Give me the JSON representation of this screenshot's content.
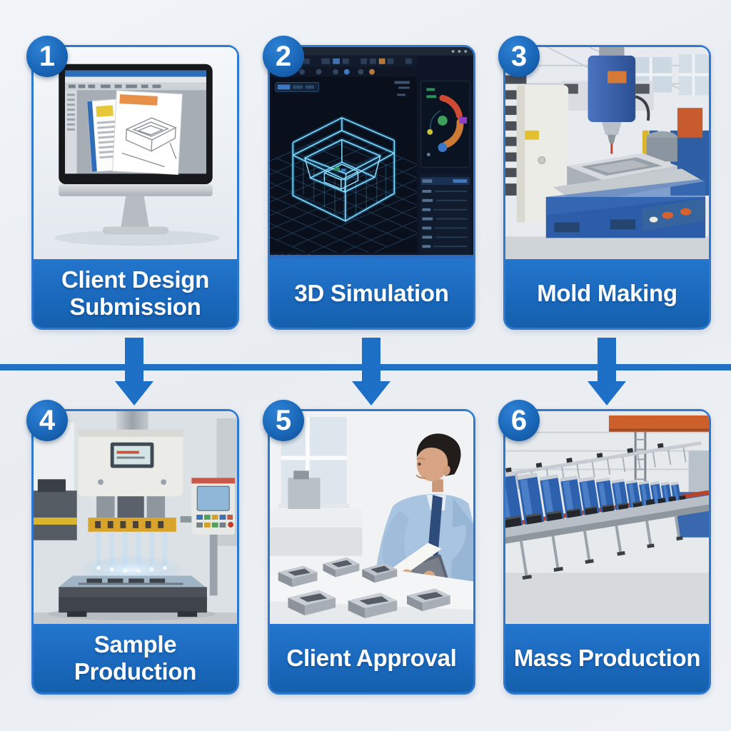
{
  "process": {
    "steps": [
      {
        "number": "1",
        "label": "Client Design Submission",
        "image_alt": "Desktop monitor showing CAD design documents and a pencil sketch of a mold"
      },
      {
        "number": "2",
        "label": "3D Simulation",
        "image_alt": "Dark 3D CAD software with cyan wireframe mold model on a perspective grid"
      },
      {
        "number": "3",
        "label": "Mold Making",
        "image_alt": "CNC milling machine cutting a metal mold block in a workshop"
      },
      {
        "number": "4",
        "label": "Sample Production",
        "image_alt": "Press machine with glowing pins forming sample parts on a mold plate"
      },
      {
        "number": "5",
        "label": "Client Approval",
        "image_alt": "Engineer in shirt and tie inspecting gray sample mold parts at a white table"
      },
      {
        "number": "6",
        "label": "Mass Production",
        "image_alt": "Long factory conveyor line with rows of blue machines under an orange crane"
      }
    ]
  },
  "connectors": {
    "arrow_count": 3,
    "arrow_color": "#1e6fc6",
    "divider_color": "#2170c4"
  },
  "theme": {
    "primary_blue": "#1a67b8",
    "card_border": "#2e79cf",
    "label_gradient_top": "#2376cd",
    "label_gradient_bottom": "#1460ad",
    "background": "#edf1f5"
  }
}
